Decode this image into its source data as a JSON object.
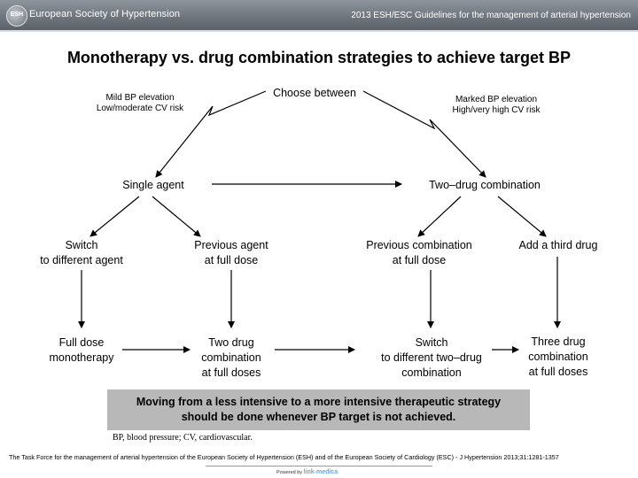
{
  "header": {
    "logo_badge": "ESH",
    "logo_name": "European Society of Hypertension",
    "logo_tagline": "",
    "title": "2013 ESH/ESC Guidelines for the management of arterial hypertension"
  },
  "slide_title": "Monotherapy vs. drug combination strategies to achieve target BP",
  "diagram": {
    "choose": "Choose between",
    "left_condition": [
      "Mild BP elevation",
      "Low/moderate CV risk"
    ],
    "right_condition": [
      "Marked BP elevation",
      "High/very high CV risk"
    ],
    "single_agent": "Single agent",
    "two_drug": "Two–drug combination",
    "switch_agent": [
      "Switch",
      "to different agent"
    ],
    "previous_agent": [
      "Previous agent",
      "at full dose"
    ],
    "previous_combination": [
      "Previous combination",
      "at full dose"
    ],
    "add_third": "Add a third drug",
    "full_dose_mono": [
      "Full dose",
      "monotherapy"
    ],
    "two_drug_full": [
      "Two drug",
      "combination",
      "at full doses"
    ],
    "switch_two_drug": [
      "Switch",
      "to different two–drug",
      "combination"
    ],
    "three_drug": [
      "Three drug",
      "combination",
      "at full doses"
    ]
  },
  "banner": [
    "Moving from a less intensive to a more intensive therapeutic strategy",
    "should be done whenever BP target is not achieved."
  ],
  "abbreviations": "BP, blood pressure; CV, cardiovascular.",
  "footer": "The Task Force for the management of arterial hypertension of the European Society of Hypertension (ESH) and of the European Society of Cardiology (ESC) - J Hypertension 2013;31:1281-1357",
  "powered_by": {
    "label": "Powered by",
    "brand": "link-medica"
  },
  "colors": {
    "header": "#6f767e",
    "banner": "#b8b8b8",
    "arrow": "#000000"
  }
}
